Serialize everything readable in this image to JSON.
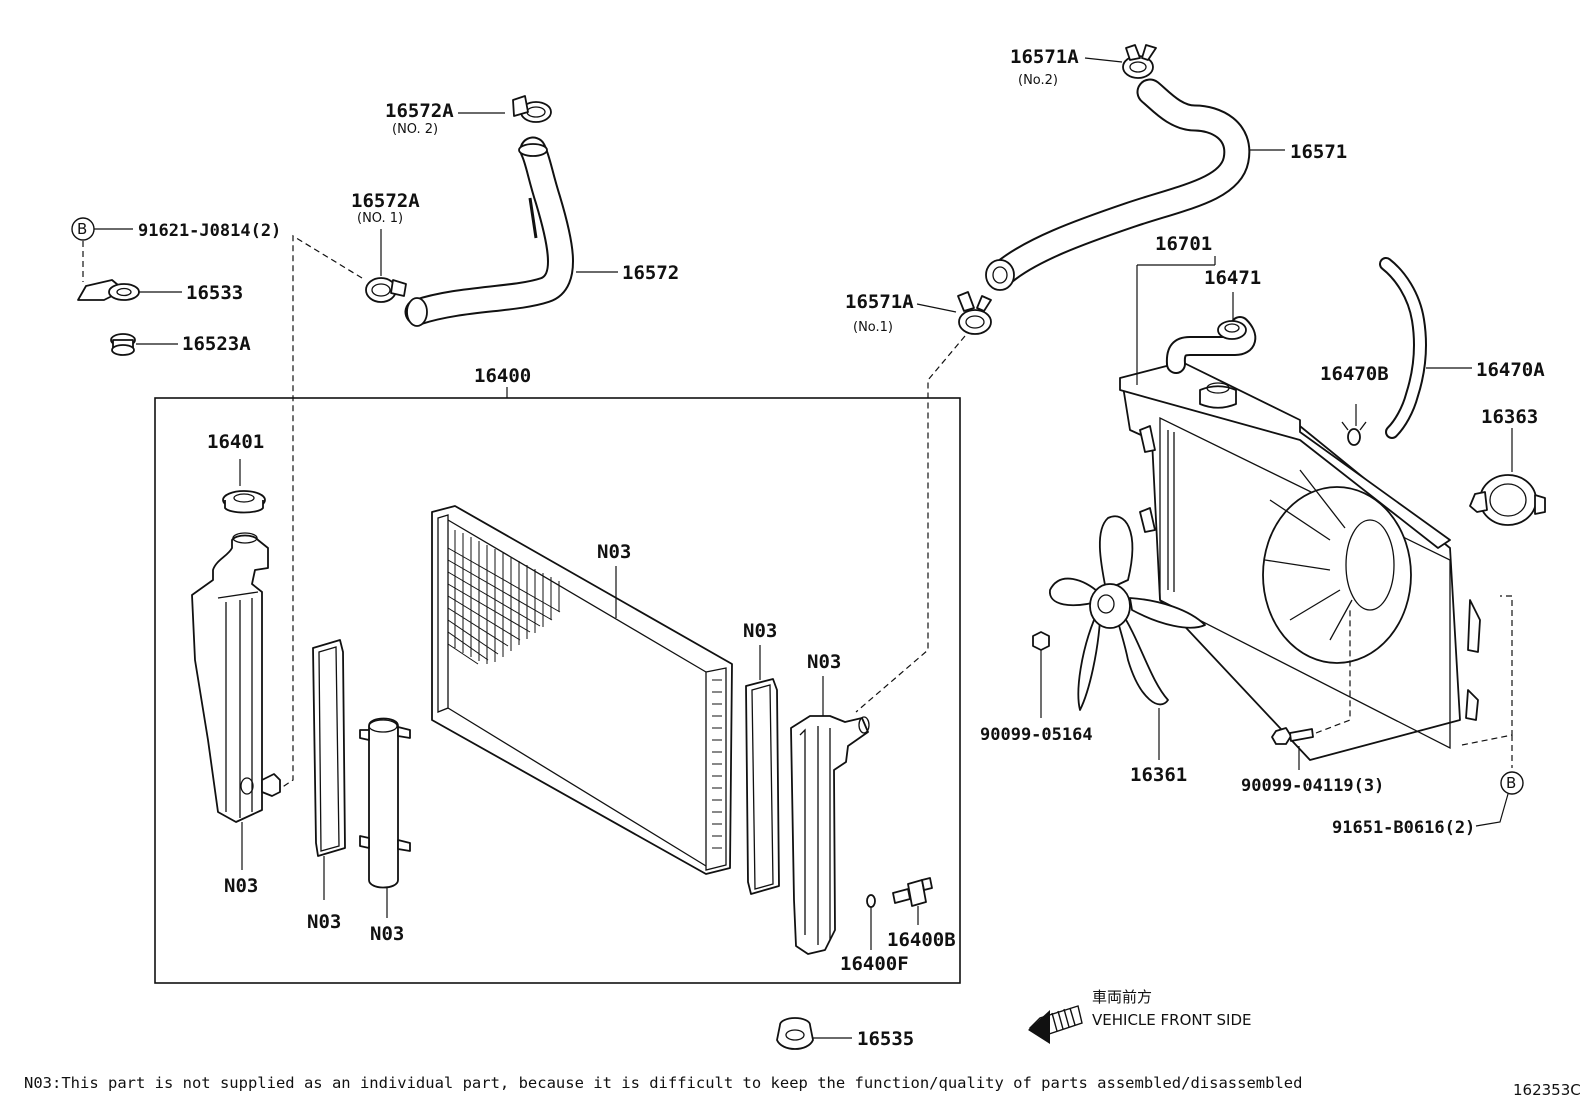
{
  "diagram": {
    "main_box_label": "16400",
    "labels": {
      "l16572A_2": "16572A",
      "l16572A_2_sub": "(NO. 2)",
      "l16572A_1": "16572A",
      "l16572A_1_sub": "(NO. 1)",
      "l16572": "16572",
      "l91621": "91621-J0814(2)",
      "l16533": "16533",
      "l16523A": "16523A",
      "l16571A_2": "16571A",
      "l16571A_2_sub": "(No.2)",
      "l16571": "16571",
      "l16571A_1": "16571A",
      "l16571A_1_sub": "(No.1)",
      "l16701": "16701",
      "l16471": "16471",
      "l16470B": "16470B",
      "l16470A": "16470A",
      "l16363": "16363",
      "l16401": "16401",
      "n03_core": "N03",
      "n03_gasket_r": "N03",
      "n03_tank_r": "N03",
      "n03_tank_l": "N03",
      "n03_gasket_l": "N03",
      "n03_pipe": "N03",
      "l16400B": "16400B",
      "l16400F": "16400F",
      "l90099_05164": "90099-05164",
      "l16361": "16361",
      "l90099_04119": "90099-04119(3)",
      "l91651": "91651-B0616(2)",
      "l16535": "16535",
      "callout_b": "B"
    },
    "front_label_jp": "車両前方",
    "front_label_en": "VEHICLE FRONT SIDE",
    "footnote": "N03:This part is not supplied as an individual part, because it is difficult to keep the function/quality of parts assembled/disassembled",
    "figure_code": "162353C"
  }
}
